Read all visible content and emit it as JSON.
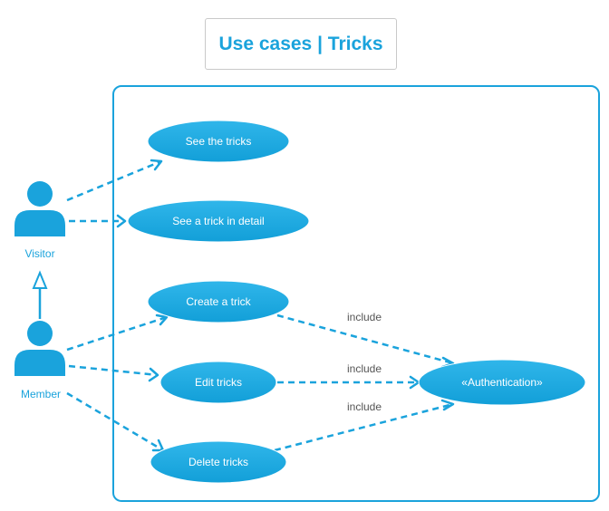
{
  "title": "Use cases | Tricks",
  "colors": {
    "accent": "#1aa3dc",
    "ellipse_fill": "#1ca8e0",
    "border": "#c9c9c9"
  },
  "actors": {
    "visitor": "Visitor",
    "member": "Member"
  },
  "use_cases": {
    "see_tricks": "See the tricks",
    "see_trick_detail": "See a trick in detail",
    "create_trick": "Create a trick",
    "edit_tricks": "Edit tricks",
    "delete_tricks": "Delete tricks",
    "authentication": "«Authentication»"
  },
  "relations": {
    "include_label_1": "include",
    "include_label_2": "include",
    "include_label_3": "include"
  }
}
